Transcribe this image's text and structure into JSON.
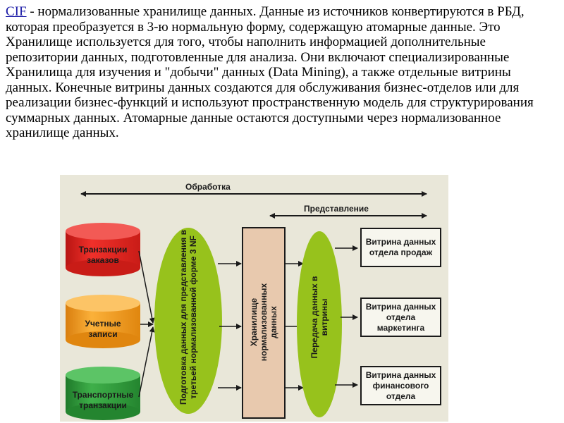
{
  "paragraph": {
    "link_text": "CIF",
    "text": " - нормализованные хранилище данных. Данные из источников конвертируются в РБД, которая преобразуется в 3-ю нормальную форму, содержащую атомарные данные. Это Хранилище используется для того, чтобы наполнить информацией дополнительные репозитории данных, подготовленные для анализа. Они включают специализированные Хранилища для изучения и \"добычи\" данных (Data Mining), а также отдельные витрины данных. Конечные витрины данных создаются для обслуживания бизнес-отделов или для реализации бизнес-функций и используют пространственную модель для структурирования суммарных данных. Атомарные данные остаются доступными через нормализованное хранилище данных."
  },
  "diagram": {
    "processing_label": "Обработка",
    "presentation_label": "Представление",
    "sources": [
      {
        "label": "Транзакции заказов",
        "color": "#e8231f"
      },
      {
        "label": "Учетные записи",
        "color": "#f59a1c"
      },
      {
        "label": "Транспортные транзакции",
        "color": "#2f9a3a"
      }
    ],
    "preparation": {
      "label": "Подготовка данных для представления в третьей нормализованной форме 3 NF",
      "color": "#97c21c"
    },
    "storage": {
      "label": "Хранилище нормализованных данных",
      "color": "#e8c9ae"
    },
    "transfer": {
      "label": "Передача данных в витрины",
      "color": "#97c21c"
    },
    "marts": [
      {
        "label": "Витрина данных отдела продаж"
      },
      {
        "label": "Витрина данных отдела маркетинга"
      },
      {
        "label": "Витрина данных финансового отдела"
      }
    ]
  }
}
